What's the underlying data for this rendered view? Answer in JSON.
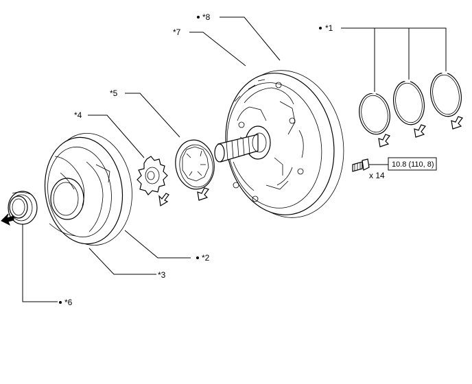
{
  "callouts": {
    "c1": "*1",
    "c2": "*2",
    "c3": "*3",
    "c4": "*4",
    "c5": "*5",
    "c6": "*6",
    "c7": "*7",
    "c8": "*8"
  },
  "torque": {
    "value": "10.8 (110, 8)",
    "quantity": "x 14"
  }
}
